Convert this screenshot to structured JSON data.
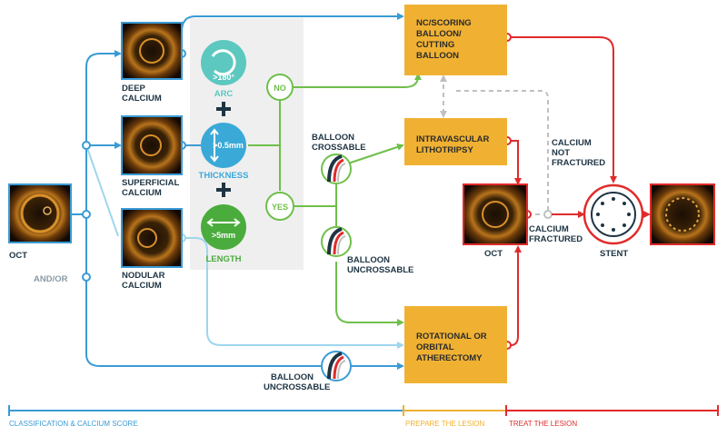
{
  "colors": {
    "blue": "#3a9bd5",
    "light_blue": "#9ed6ee",
    "green": "#6fbf4a",
    "red": "#e02b2b",
    "orange": "#f0b132",
    "gray": "#b8b8b8",
    "dark": "#1e3443"
  },
  "inputs": {
    "oct": "OCT",
    "andor": "AND/OR"
  },
  "calcium_types": {
    "deep": [
      "DEEP",
      "CALCIUM"
    ],
    "superficial": [
      "SUPERFICIAL",
      "CALCIUM"
    ],
    "nodular": [
      "NODULAR",
      "CALCIUM"
    ]
  },
  "criteria": {
    "arc_value": ">180°",
    "arc_label": "ARC",
    "thickness_value": ">0.5mm",
    "thickness_label": "THICKNESS",
    "length_value": ">5mm",
    "length_label": "LENGTH",
    "no": "NO",
    "yes": "YES"
  },
  "balloon": {
    "crossable": [
      "BALLOON",
      "CROSSABLE"
    ],
    "uncrossable": [
      "BALLOON",
      "UNCROSSABLE"
    ],
    "uncrossable_bottom": [
      "BALLOON",
      "UNCROSSABLE"
    ]
  },
  "treatments": {
    "nc_scoring": [
      "NC/SCORING",
      "BALLOON/",
      "CUTTING",
      "BALLOON"
    ],
    "ivl": [
      "INTRAVASCULAR",
      "LITHOTRIPSY"
    ],
    "atherectomy": [
      "ROTATIONAL OR",
      "ORBITAL",
      "ATHERECTOMY"
    ]
  },
  "outcomes": {
    "oct": "OCT",
    "not_fractured": [
      "CALCIUM",
      "NOT",
      "FRACTURED"
    ],
    "fractured": [
      "CALCIUM",
      "FRACTURED"
    ],
    "stent": "STENT"
  },
  "phases": {
    "classification": "CLASSIFICATION & CALCIUM SCORE",
    "prepare": "PREPARE THE LESION",
    "treat": "TREAT THE LESION"
  }
}
